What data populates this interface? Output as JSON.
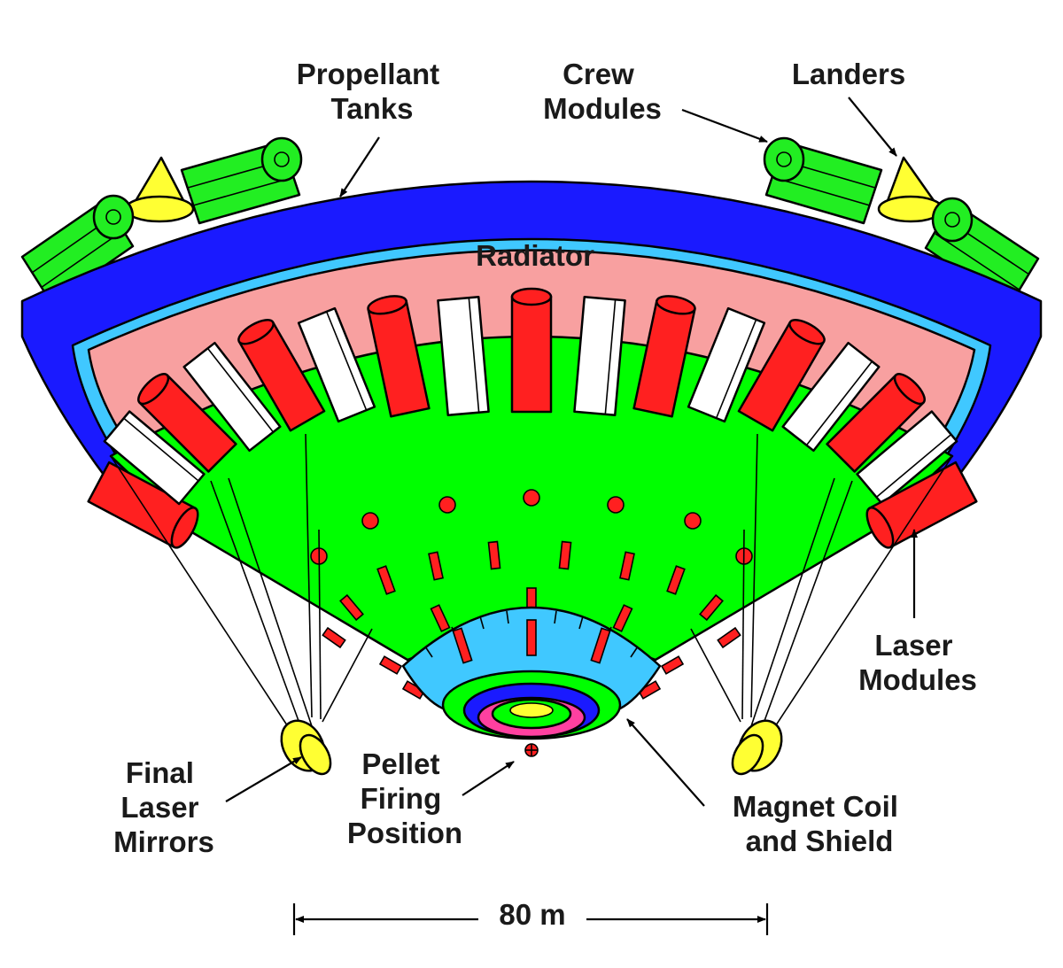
{
  "labels": {
    "propellant_tanks": [
      "Propellant",
      "Tanks"
    ],
    "crew_modules": [
      "Crew",
      "Modules"
    ],
    "landers": "Landers",
    "radiator": "Radiator",
    "laser_modules": [
      "Laser",
      "Modules"
    ],
    "final_laser_mirrors": [
      "Final",
      "Laser",
      "Mirrors"
    ],
    "pellet_firing_position": [
      "Pellet",
      "Firing",
      "Position"
    ],
    "magnet_coil_and_shield": [
      "Magnet Coil",
      "and Shield"
    ],
    "scale": "80 m"
  },
  "colors": {
    "propellant_ring": "#1a1aff",
    "radiator": "#f8a0a0",
    "radiator_edge": "#40c8ff",
    "cone": "#00ff00",
    "laser_module_red": "#ff2020",
    "laser_module_white": "#ffffff",
    "lander": "#ffff00",
    "magnet_shield": "#40c8ff",
    "coil_blue": "#1a1aff",
    "coil_magenta": "#ff40a0"
  }
}
